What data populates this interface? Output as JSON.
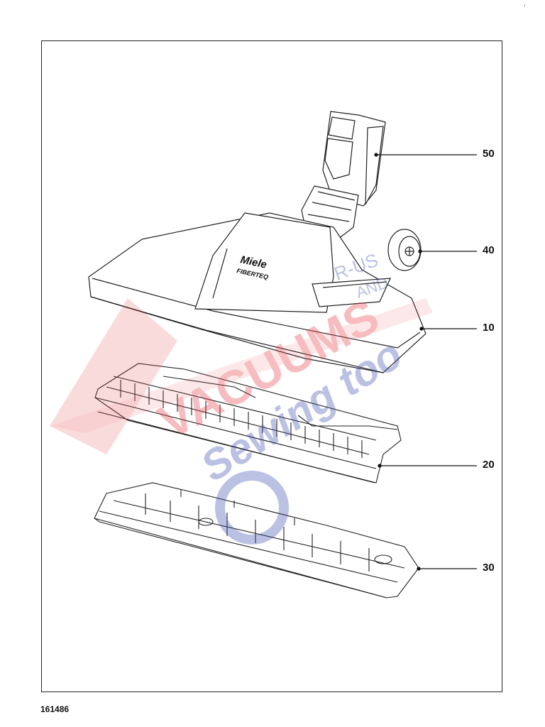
{
  "callouts": [
    {
      "id": "50",
      "label": "50"
    },
    {
      "id": "40",
      "label": "40"
    },
    {
      "id": "10",
      "label": "10"
    },
    {
      "id": "20",
      "label": "20"
    },
    {
      "id": "30",
      "label": "30"
    }
  ],
  "brand": {
    "name": "Miele",
    "model": "FIBERTEQ"
  },
  "watermark": {
    "line1": "VACUUMS",
    "line2": "Sewing too",
    "line3": "R-US",
    "line4": "AND"
  },
  "drawing_number": "161486",
  "corner_mark": ",",
  "colors": {
    "line": "#222222",
    "watermark_red": "#e8434b",
    "watermark_blue": "#3f4fb0"
  }
}
